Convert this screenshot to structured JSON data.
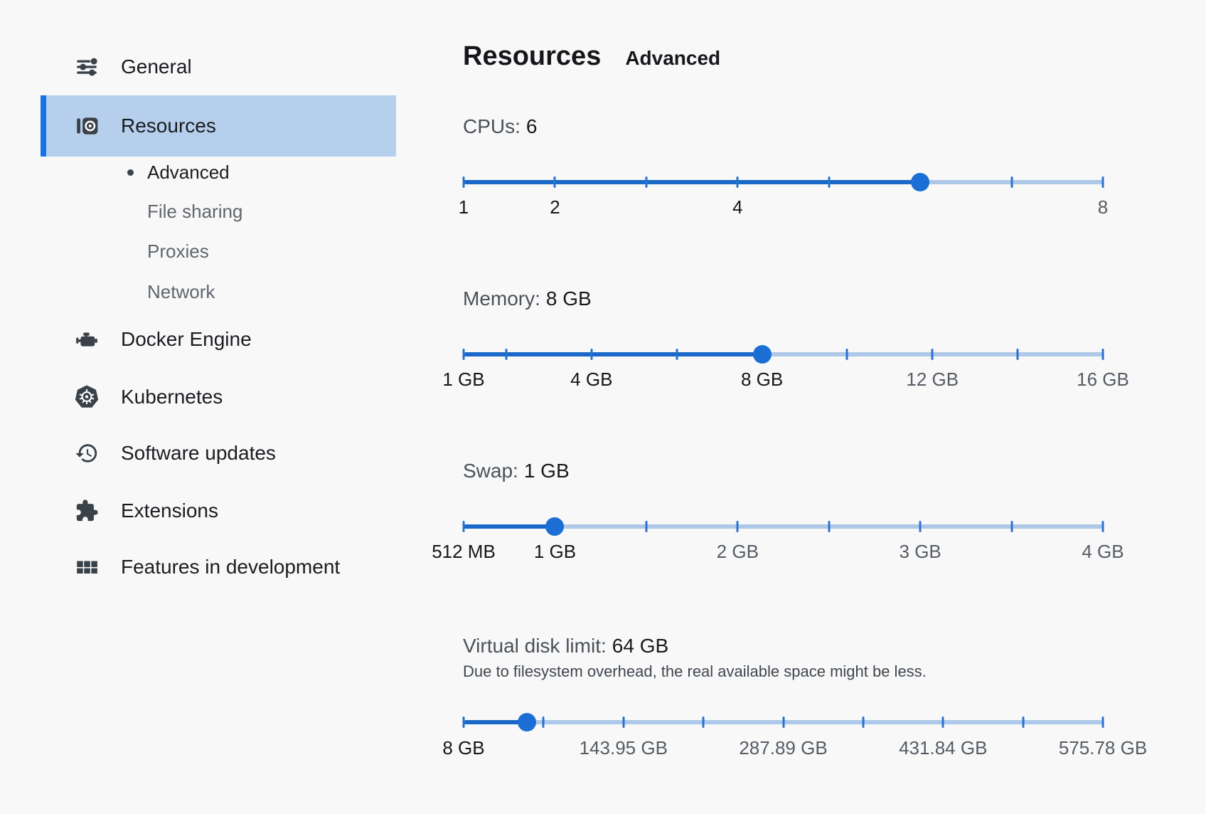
{
  "colors": {
    "accent_fill": "#1a68c8",
    "accent_thumb": "#1b6ed4",
    "track_unfilled": "#adc8e9",
    "tick": "#2a72cf",
    "selected_row_bg": "#b6cfed",
    "selected_accent_bar": "#1873e8",
    "icon": "#394149",
    "background": "#f8f8f8"
  },
  "sidebar": {
    "items": [
      {
        "label": "General",
        "icon": "tune-icon",
        "selected": false
      },
      {
        "label": "Resources",
        "icon": "resources-icon",
        "selected": true
      },
      {
        "label": "Docker Engine",
        "icon": "engine-icon",
        "selected": false
      },
      {
        "label": "Kubernetes",
        "icon": "kubernetes-icon",
        "selected": false
      },
      {
        "label": "Software updates",
        "icon": "update-history-icon",
        "selected": false
      },
      {
        "label": "Extensions",
        "icon": "puzzle-icon",
        "selected": false
      },
      {
        "label": "Features in development",
        "icon": "grid-icon",
        "selected": false
      }
    ],
    "subitems": [
      {
        "label": "Advanced",
        "active": true
      },
      {
        "label": "File sharing",
        "active": false
      },
      {
        "label": "Proxies",
        "active": false
      },
      {
        "label": "Network",
        "active": false
      }
    ]
  },
  "header": {
    "title": "Resources",
    "tab": "Advanced"
  },
  "sliders": [
    {
      "id": "cpus",
      "prefix": "CPUs:",
      "value": "6",
      "min": 1,
      "max": 8,
      "thumb_pct": 71.43,
      "ticks": [
        0,
        14.29,
        28.57,
        42.86,
        57.14,
        71.43,
        85.71,
        100
      ],
      "labels": [
        {
          "text": "1",
          "pct": 0,
          "dark": true
        },
        {
          "text": "2",
          "pct": 14.29,
          "dark": true
        },
        {
          "text": "4",
          "pct": 42.86,
          "dark": true
        },
        {
          "text": "8",
          "pct": 100,
          "dark": false
        }
      ]
    },
    {
      "id": "memory",
      "prefix": "Memory:",
      "value": "8 GB",
      "min": 1,
      "max": 16,
      "thumb_pct": 46.67,
      "ticks": [
        0,
        6.67,
        20,
        33.33,
        46.67,
        60,
        73.33,
        86.67,
        100
      ],
      "labels": [
        {
          "text": "1 GB",
          "pct": 0,
          "dark": true
        },
        {
          "text": "4 GB",
          "pct": 20,
          "dark": true
        },
        {
          "text": "8 GB",
          "pct": 46.67,
          "dark": true
        },
        {
          "text": "12 GB",
          "pct": 73.33,
          "dark": false
        },
        {
          "text": "16 GB",
          "pct": 100,
          "dark": false
        }
      ]
    },
    {
      "id": "swap",
      "prefix": "Swap:",
      "value": "1 GB",
      "min": 0.5,
      "max": 4,
      "thumb_pct": 14.29,
      "ticks": [
        0,
        14.29,
        28.57,
        42.86,
        57.14,
        71.43,
        85.71,
        100
      ],
      "labels": [
        {
          "text": "512 MB",
          "pct": 0,
          "dark": true
        },
        {
          "text": "1 GB",
          "pct": 14.29,
          "dark": true
        },
        {
          "text": "2 GB",
          "pct": 42.86,
          "dark": false
        },
        {
          "text": "3 GB",
          "pct": 71.43,
          "dark": false
        },
        {
          "text": "4 GB",
          "pct": 100,
          "dark": false
        }
      ]
    },
    {
      "id": "disk",
      "prefix": "Virtual disk limit:",
      "value": "64 GB",
      "note": "Due to filesystem overhead, the real available space might be less.",
      "min": 8,
      "max": 575.78,
      "thumb_pct": 9.86,
      "ticks": [
        0,
        12.5,
        25,
        37.5,
        50,
        62.5,
        75,
        87.5,
        100
      ],
      "labels": [
        {
          "text": "8 GB",
          "pct": 0,
          "dark": true
        },
        {
          "text": "143.95 GB",
          "pct": 25,
          "dark": false
        },
        {
          "text": "287.89 GB",
          "pct": 50,
          "dark": false
        },
        {
          "text": "431.84 GB",
          "pct": 75,
          "dark": false
        },
        {
          "text": "575.78 GB",
          "pct": 100,
          "dark": false
        }
      ]
    }
  ]
}
